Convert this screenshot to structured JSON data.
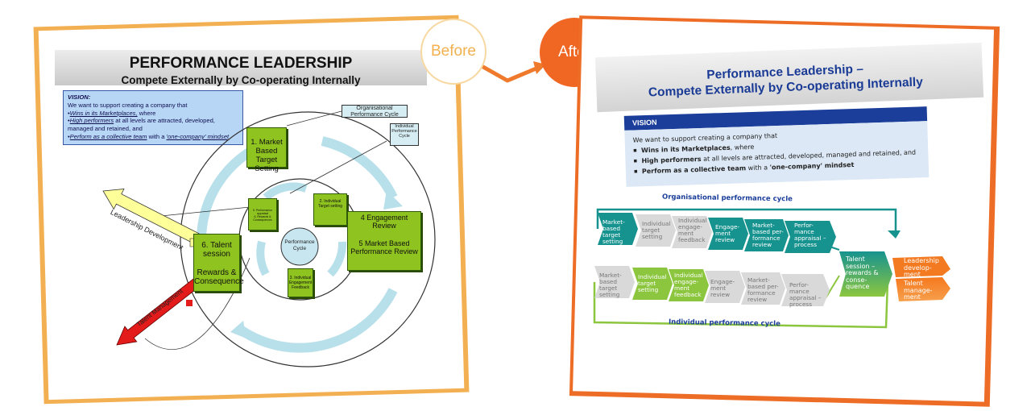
{
  "badges": {
    "before": "Before",
    "after": "After"
  },
  "before": {
    "title": "PERFORMANCE LEADERSHIP",
    "subtitle": "Compete Externally by Co-operating Internally",
    "vision": {
      "heading": "VISION:",
      "intro": "We want to support creating a company that",
      "items": [
        {
          "emph": "Wins in its Marketplaces,",
          "rest": " where"
        },
        {
          "emph": "High performers",
          "rest": " at all levels are attracted, developed, managed and retained, and"
        },
        {
          "emph": "Perform as a collective team",
          "rest": " with a ",
          "emph2": "'one-company' mindset"
        }
      ]
    },
    "labels": {
      "org_cycle": "Organisational Performance Cycle",
      "ind_cycle": "Individual Performance Cycle",
      "perf_cycle": "Performance Cycle",
      "box1": "1. Market Based Target Setting",
      "box4": "4 Engagement Review",
      "box5": "5 Market Based Performance Review",
      "box6a": "6. Talent session",
      "box6b": "Rewards & Consequence",
      "small2": "2. Individual Target setting",
      "small3": "3. Individual Engagement Feedback",
      "small5": "5. Performance appraisal",
      "small6": "6. Rewards & Consequences",
      "leadership": "Leadership Development",
      "talent": "Talent Management"
    }
  },
  "after": {
    "title_line1": "Performance Leadership –",
    "title_line2": "Compete Externally by Co-operating Internally",
    "vision": {
      "heading": "VISION",
      "intro": "We want to support creating a company that",
      "items": [
        {
          "emph": "Wins in its Marketplaces",
          "rest": ", where"
        },
        {
          "emph": "High performers",
          "rest": " at all levels are attracted, developed, managed and retained, and"
        },
        {
          "emph": "Perform as a collective team",
          "rest": " with a ",
          "emph2": "'one-company' mindset"
        }
      ]
    },
    "org_cycle_label": "Organisational performance cycle",
    "ind_cycle_label": "Individual performance cycle",
    "org_steps": [
      "Market-based target setting",
      "Individual target setting",
      "Individual engage-ment feedback",
      "Engage-ment review",
      "Market-based per-formance review",
      "Perfor-mance appraisal – process"
    ],
    "ind_steps": [
      "Market-based target setting",
      "Individual target setting",
      "Individual engage-ment feedback",
      "Engage-ment review",
      "Market-based per-formance review",
      "Perfor-mance appraisal – process"
    ],
    "talent_session": "Talent session – rewards & conse-quence",
    "leadership_dev": "Leadership develop-ment",
    "talent_mgmt": "Talent manage-ment"
  },
  "colors": {
    "teal": "#17938f",
    "green": "#8cc63f",
    "grey": "#d9d9d9",
    "orange": "#f37a20",
    "navy": "#1b3e9a"
  }
}
